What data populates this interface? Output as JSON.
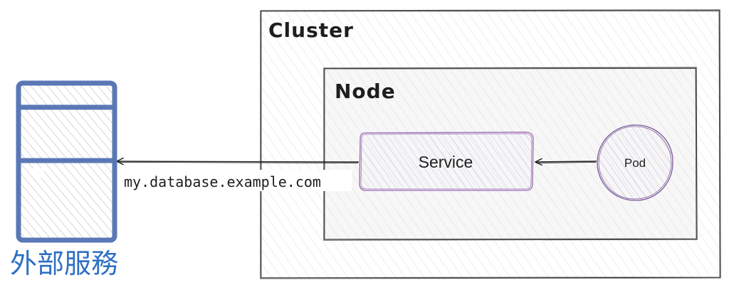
{
  "cluster": {
    "label": "Cluster"
  },
  "node": {
    "label": "Node"
  },
  "service": {
    "label": "Service"
  },
  "pod": {
    "label": "Pod"
  },
  "external_service": {
    "label": "外部服務",
    "icon": "server-icon"
  },
  "connection": {
    "dns_name": "my.database.example.com"
  },
  "colors": {
    "stroke": "#1e1e1e",
    "server": "#5b78b6",
    "service": "#9b6bb3",
    "pod": "#7a5a99",
    "external_label": "#2f6fc4"
  }
}
